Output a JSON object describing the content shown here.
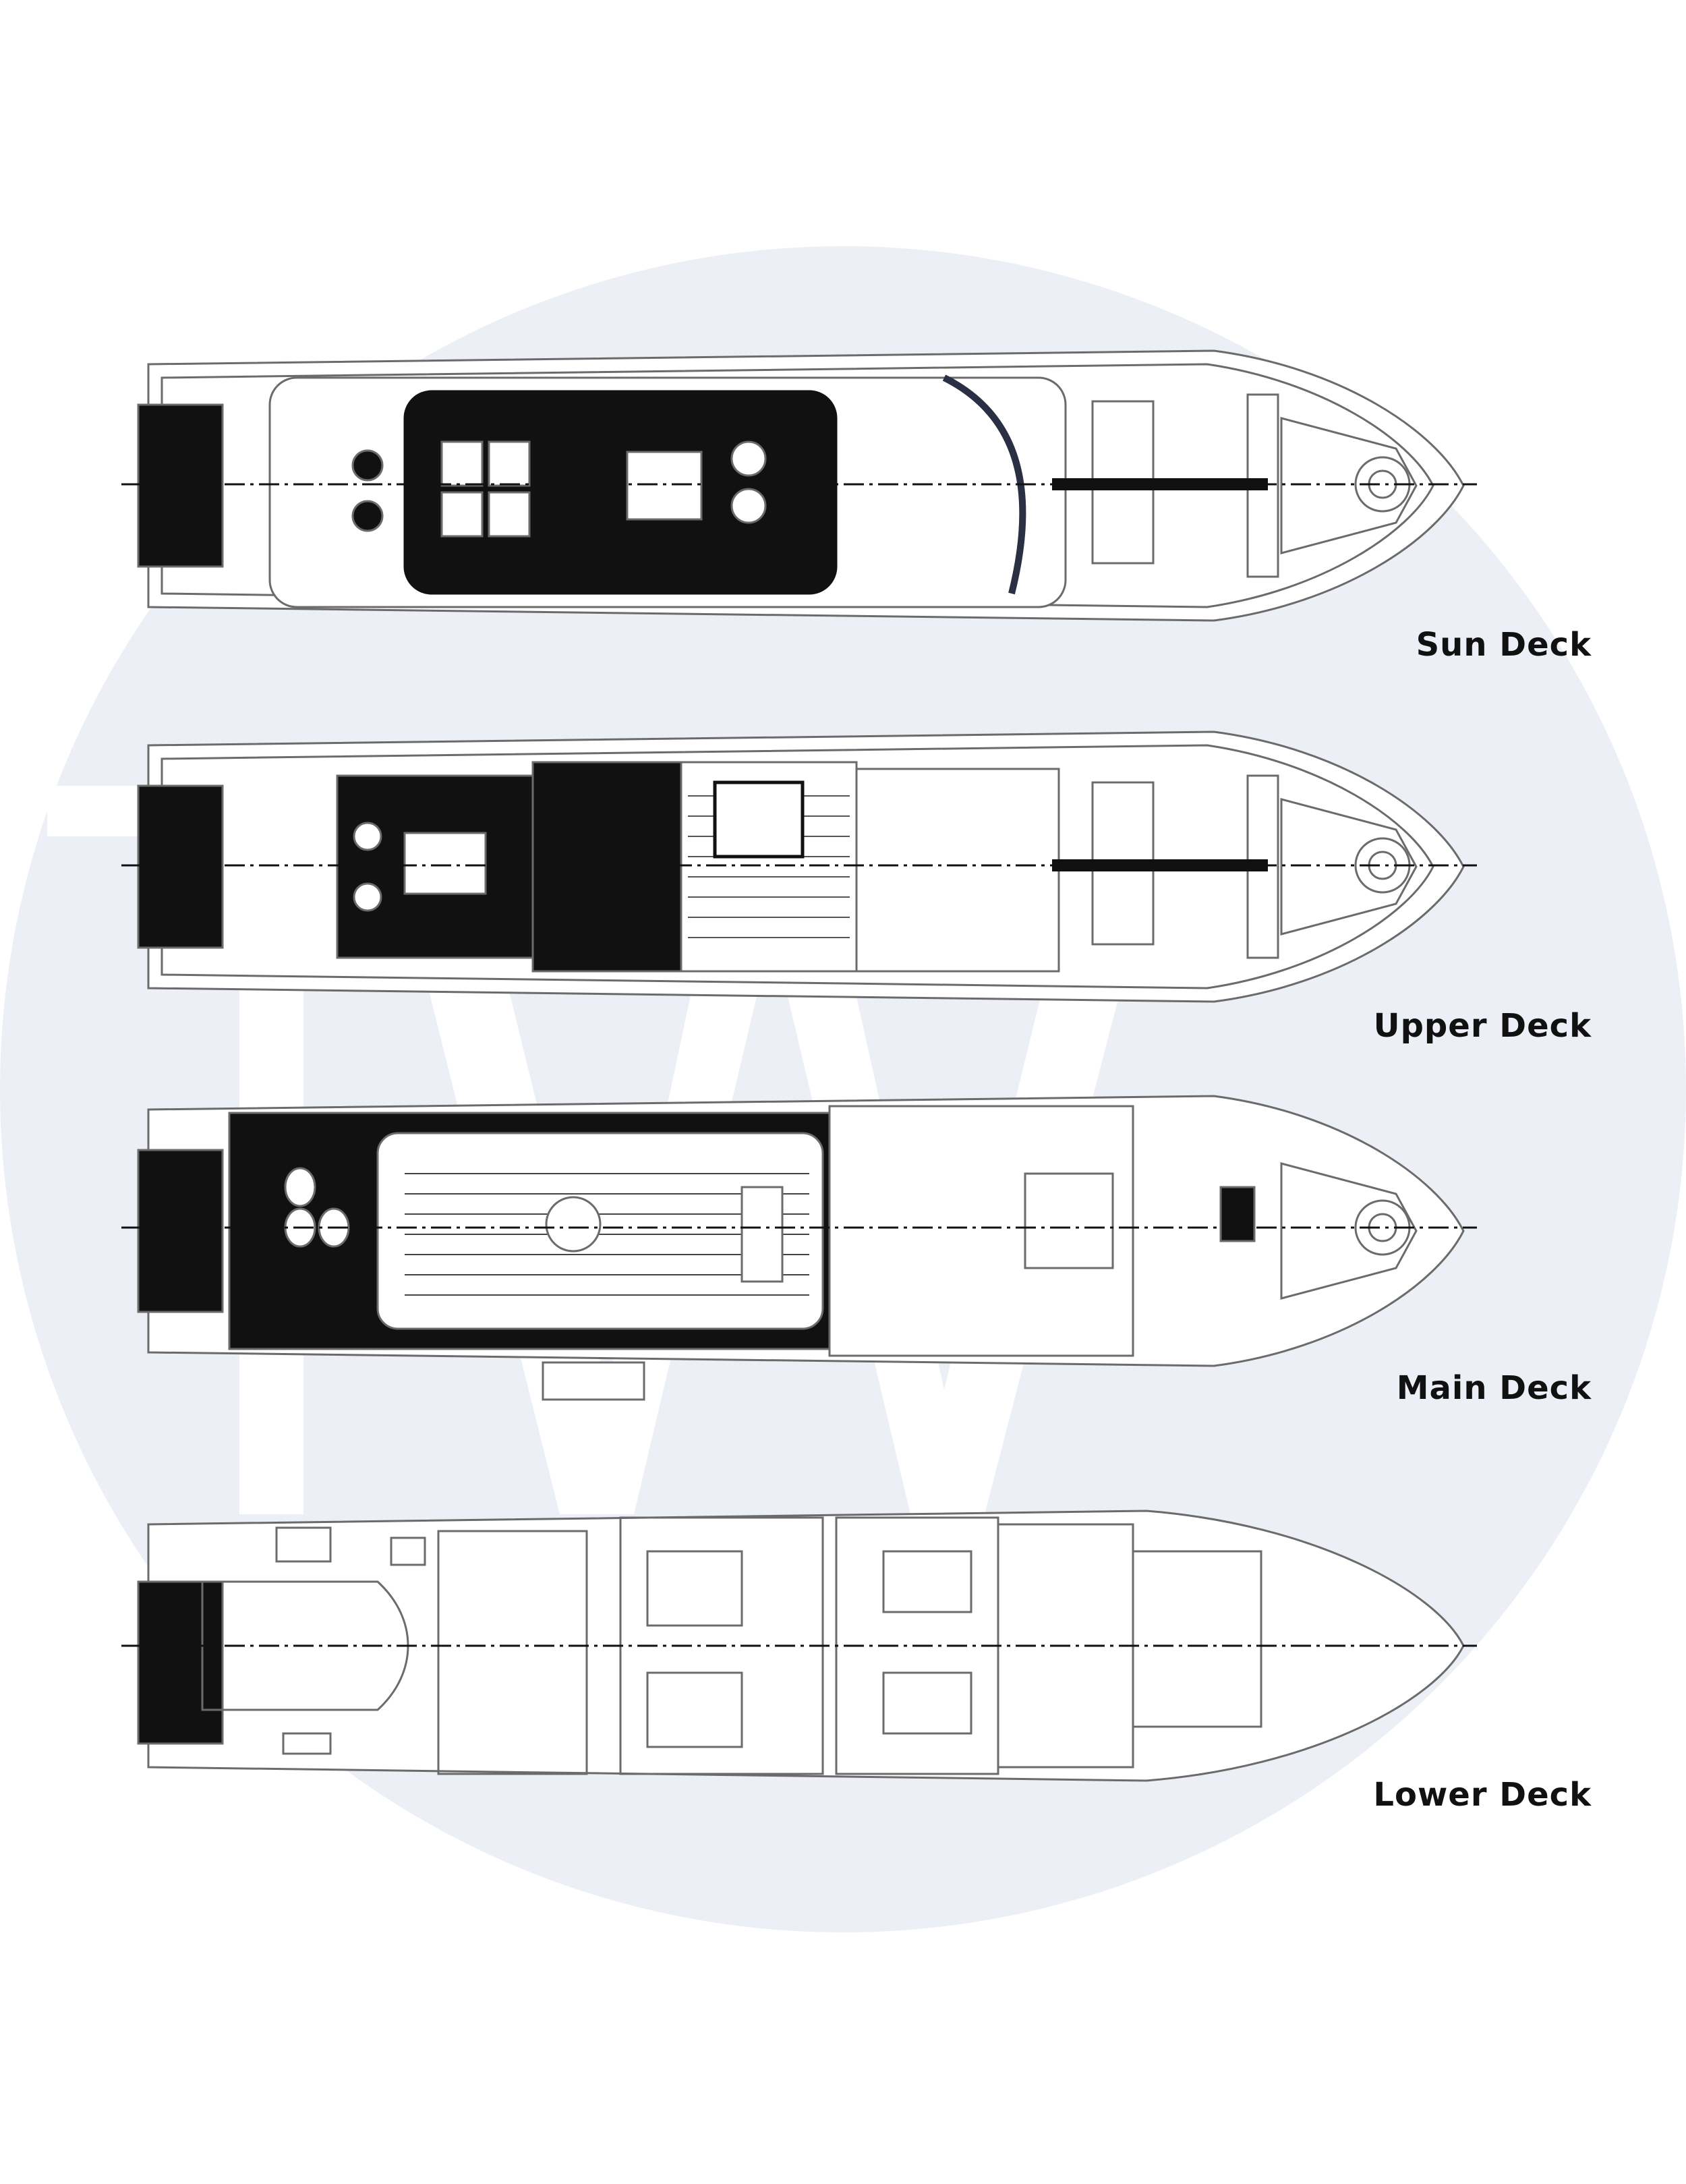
{
  "colors": {
    "background": "#ffffff",
    "watermark_circle": "#eceff6",
    "watermark_letters": "#ffffff",
    "hull_line": "#6b6b6b",
    "fill_dark": "#111111",
    "label_text": "#111111"
  },
  "watermark": {
    "letters": "TW"
  },
  "decks": [
    {
      "id": "sun",
      "label": "Sun Deck"
    },
    {
      "id": "upper",
      "label": "Upper Deck"
    },
    {
      "id": "main",
      "label": "Main Deck"
    },
    {
      "id": "lower",
      "label": "Lower Deck"
    }
  ]
}
